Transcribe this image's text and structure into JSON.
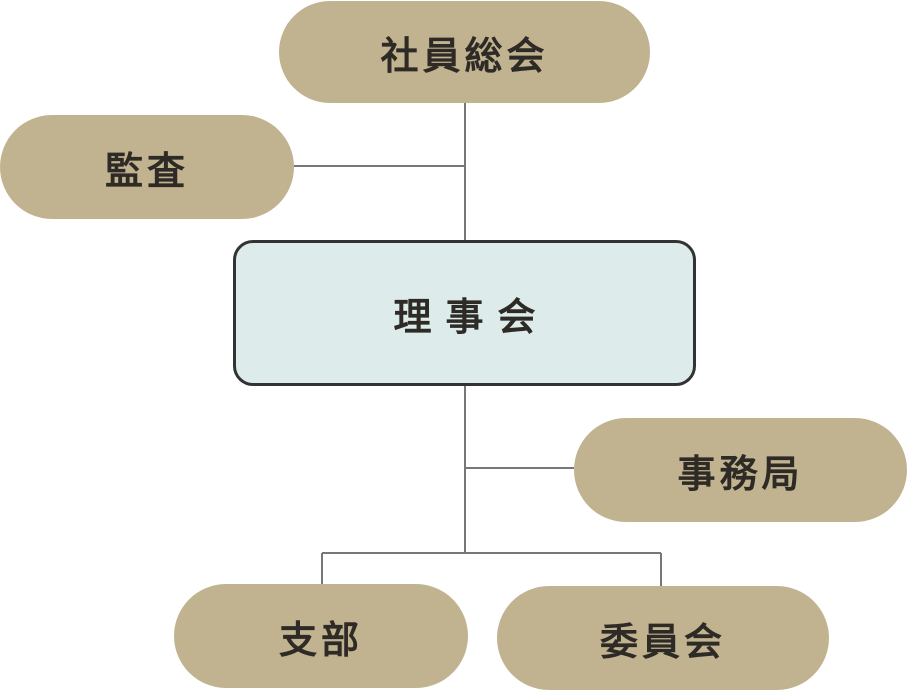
{
  "nodes": {
    "general_meeting": "社員総会",
    "audit": "監査",
    "board": "理事会",
    "office": "事務局",
    "branch": "支部",
    "committee": "委員会"
  },
  "colors": {
    "pill_fill": "#c2b390",
    "board_fill": "#ddecea",
    "board_border": "#333333",
    "line": "#777777",
    "text": "#2e2a26"
  }
}
